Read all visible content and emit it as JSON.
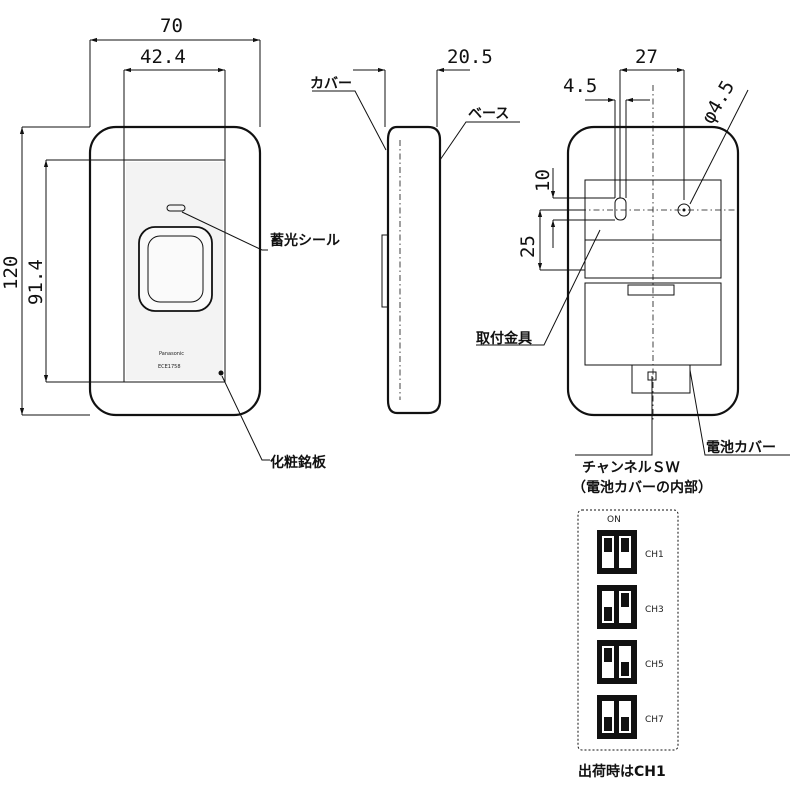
{
  "front_view": {
    "dims": {
      "width": "70",
      "inner_width": "42.4",
      "height": "120",
      "inner_height": "91.4"
    },
    "labels": {
      "luminous_seal": "蓄光シール",
      "name_plate": "化粧銘板"
    },
    "brand": "Panasonic",
    "model": "ECE1758"
  },
  "side_view": {
    "dims": {
      "depth": "20.5"
    },
    "labels": {
      "cover": "カバー",
      "base": "ベース"
    }
  },
  "rear_view": {
    "dims": {
      "hole_spacing": "27",
      "slot_width": "4.5",
      "hole_dia": "φ4.5",
      "slot_length": "10",
      "hole_offset": "25"
    },
    "labels": {
      "bracket": "取付金具",
      "battery_cover": "電池カバー"
    }
  },
  "channel_switch": {
    "title_line1": "チャンネルＳＷ",
    "title_line2": "（電池カバーの内部）",
    "on_label": "ON",
    "settings": [
      {
        "label": "CH1",
        "sw1": "up",
        "sw2": "up"
      },
      {
        "label": "CH3",
        "sw1": "down",
        "sw2": "up"
      },
      {
        "label": "CH5",
        "sw1": "up",
        "sw2": "down"
      },
      {
        "label": "CH7",
        "sw1": "down",
        "sw2": "down"
      }
    ],
    "factory_default": "出荷時はCH1"
  }
}
